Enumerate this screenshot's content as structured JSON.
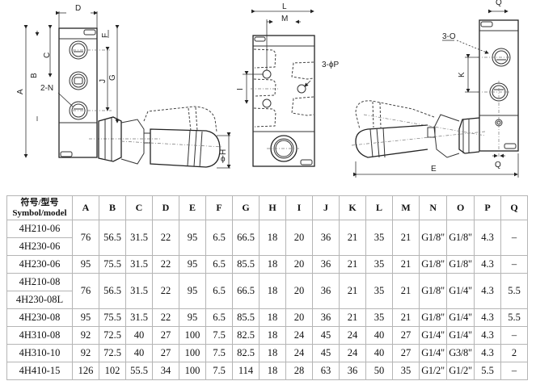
{
  "drawing": {
    "left_view_labels": {
      "D": "D",
      "F": "F",
      "C": "C",
      "B": "B",
      "A": "A",
      "J": "J",
      "G": "G",
      "N": "2-N",
      "H": "H",
      "phi": "ϕ"
    },
    "middle_view_labels": {
      "L": "L",
      "M": "M",
      "I": "I",
      "P": "3-ϕP"
    },
    "right_view_labels": {
      "Q_top": "Q",
      "O": "3-O",
      "K": "K",
      "E": "E",
      "Q_bottom": "Q"
    }
  },
  "table": {
    "header_model_cn": "符号/型号",
    "header_model_en": "Symbol/model",
    "columns": [
      "A",
      "B",
      "C",
      "D",
      "E",
      "F",
      "G",
      "H",
      "I",
      "J",
      "K",
      "L",
      "M",
      "N",
      "O",
      "P",
      "Q"
    ],
    "groups": [
      {
        "models": [
          "4H210-06",
          "4H230-06"
        ],
        "values": [
          "76",
          "56.5",
          "31.5",
          "22",
          "95",
          "6.5",
          "66.5",
          "18",
          "20",
          "36",
          "21",
          "35",
          "21",
          "G1/8\"",
          "G1/8\"",
          "4.3",
          "–"
        ]
      },
      {
        "models": [
          "4H230-06"
        ],
        "values": [
          "95",
          "75.5",
          "31.5",
          "22",
          "95",
          "6.5",
          "85.5",
          "18",
          "20",
          "36",
          "21",
          "35",
          "21",
          "G1/8\"",
          "G1/8\"",
          "4.3",
          "–"
        ]
      },
      {
        "models": [
          "4H210-08",
          "4H230-08L"
        ],
        "values": [
          "76",
          "56.5",
          "31.5",
          "22",
          "95",
          "6.5",
          "66.5",
          "18",
          "20",
          "36",
          "21",
          "35",
          "21",
          "G1/8\"",
          "G1/4\"",
          "4.3",
          "5.5"
        ]
      },
      {
        "models": [
          "4H230-08"
        ],
        "values": [
          "95",
          "75.5",
          "31.5",
          "22",
          "95",
          "6.5",
          "85.5",
          "18",
          "20",
          "36",
          "21",
          "35",
          "21",
          "G1/8\"",
          "G1/4\"",
          "4.3",
          "5.5"
        ]
      },
      {
        "models": [
          "4H310-08"
        ],
        "values": [
          "92",
          "72.5",
          "40",
          "27",
          "100",
          "7.5",
          "82.5",
          "18",
          "24",
          "45",
          "24",
          "40",
          "27",
          "G1/4\"",
          "G1/4\"",
          "4.3",
          "–"
        ]
      },
      {
        "models": [
          "4H310-10"
        ],
        "values": [
          "92",
          "72.5",
          "40",
          "27",
          "100",
          "7.5",
          "82.5",
          "18",
          "24",
          "45",
          "24",
          "40",
          "27",
          "G1/4\"",
          "G3/8\"",
          "4.3",
          "2"
        ]
      },
      {
        "models": [
          "4H410-15"
        ],
        "values": [
          "126",
          "102",
          "55.5",
          "34",
          "100",
          "7.5",
          "114",
          "18",
          "28",
          "63",
          "36",
          "50",
          "35",
          "G1/2\"",
          "G1/2\"",
          "5.5",
          "–"
        ]
      }
    ]
  }
}
